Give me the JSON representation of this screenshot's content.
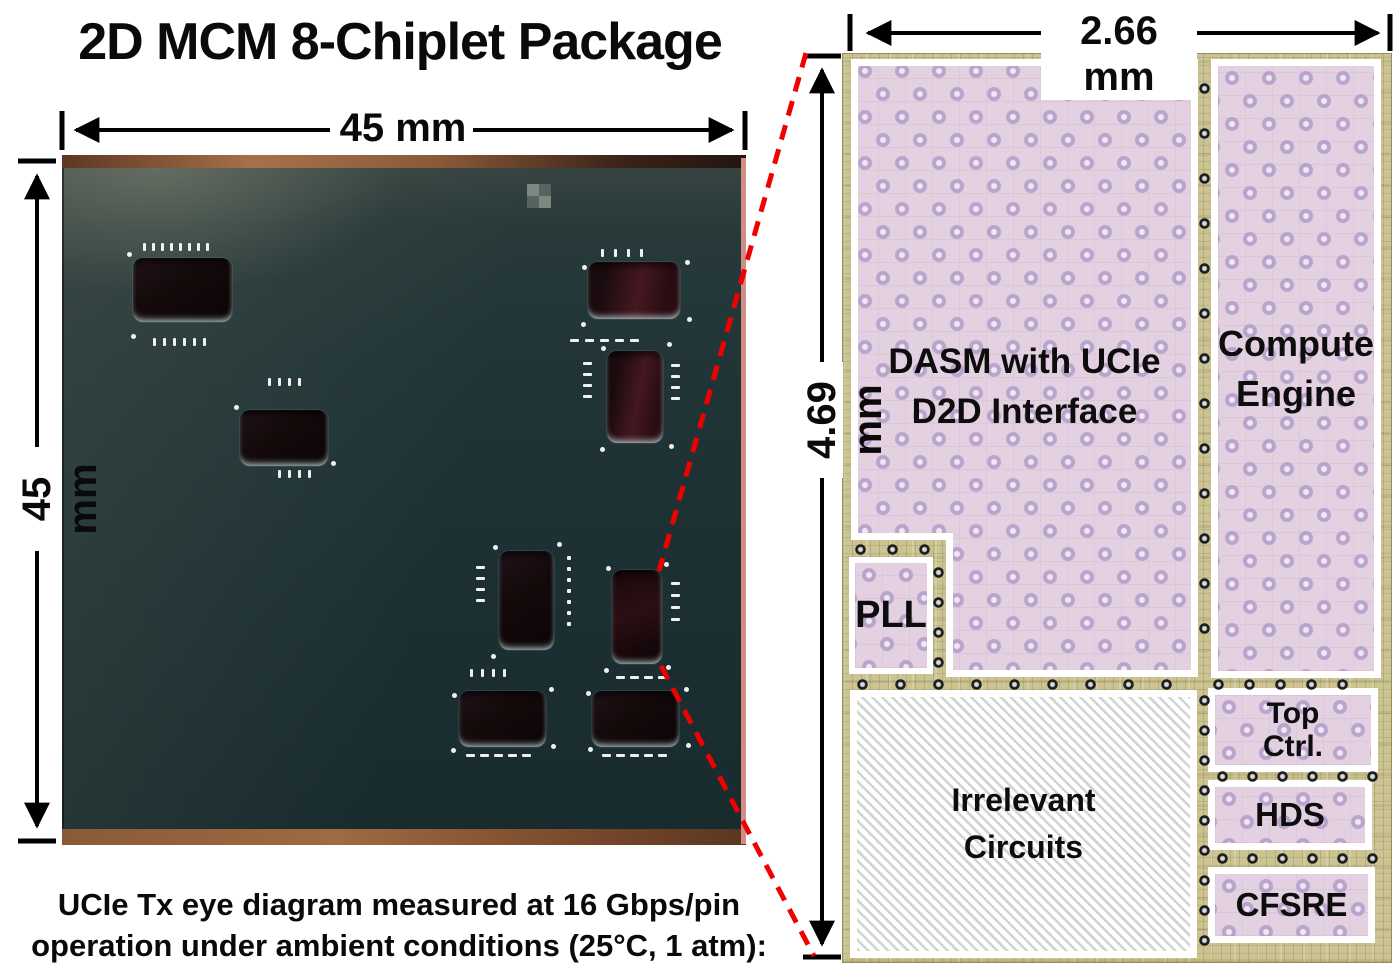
{
  "figure": {
    "left_panel": {
      "title": "2D MCM 8-Chiplet Package",
      "width_dim": "45 mm",
      "height_dim": "45 mm",
      "caption_line1": "UCIe Tx eye diagram measured at 16 Gbps/pin",
      "caption_line2": "operation under ambient conditions (25°C, 1 atm):",
      "chiplet_count": 8
    },
    "die_panel": {
      "width_dim": "2.66 mm",
      "height_dim": "4.69 mm",
      "regions": {
        "dasm_line1": "DASM with UCIe",
        "dasm_line2": "D2D Interface",
        "compute_line1": "Compute",
        "compute_line2": "Engine",
        "pll": "PLL",
        "irrelevant_line1": "Irrelevant",
        "irrelevant_line2": "Circuits",
        "top_ctrl_line1": "Top",
        "top_ctrl_line2": "Ctrl.",
        "hds": "HDS",
        "cfsre": "CFSRE"
      },
      "colors": {
        "region_fill": "#e3d1e2",
        "die_base": "#cbc392",
        "callout_red": "#f10000"
      }
    }
  }
}
